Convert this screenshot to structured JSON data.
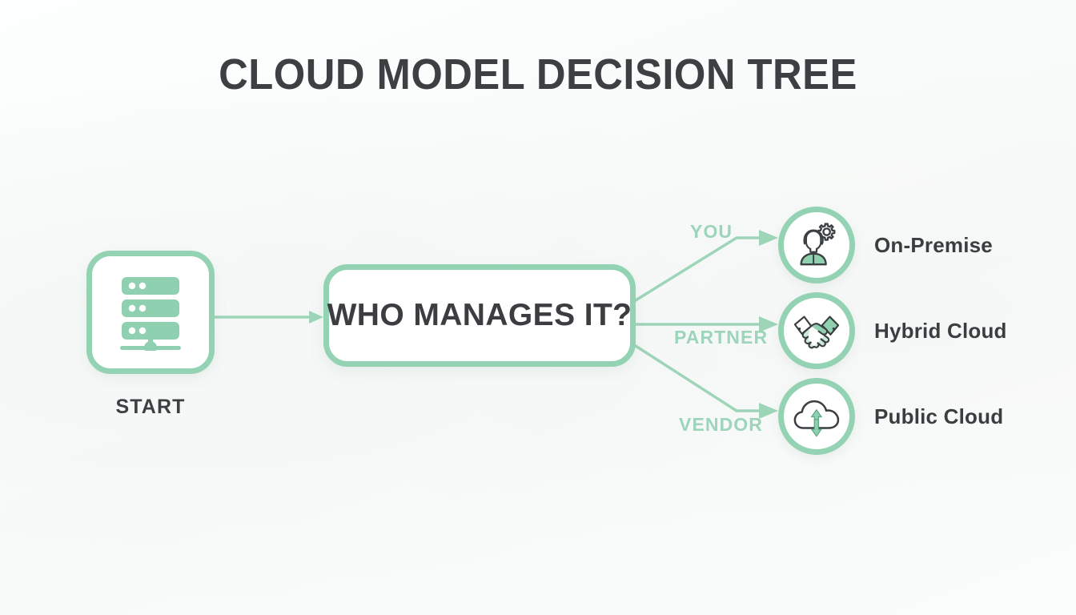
{
  "page": {
    "title": "CLOUD MODEL DECISION TREE",
    "background_color": "#fcfdfd",
    "accent_color": "#93d2b2",
    "accent_light_color": "#9cd5ba",
    "text_color": "#3b3d40"
  },
  "start": {
    "label": "START",
    "icon": "server-stack-icon"
  },
  "decision": {
    "question": "WHO MANAGES IT?"
  },
  "branches": [
    {
      "label": "YOU",
      "outcome_index": 0
    },
    {
      "label": "PARTNER",
      "outcome_index": 1
    },
    {
      "label": "VENDOR",
      "outcome_index": 2
    }
  ],
  "outcomes": [
    {
      "label": "On-Premise",
      "icon": "person-gear-icon"
    },
    {
      "label": "Hybrid Cloud",
      "icon": "handshake-icon"
    },
    {
      "label": "Public Cloud",
      "icon": "cloud-sync-icon"
    }
  ]
}
